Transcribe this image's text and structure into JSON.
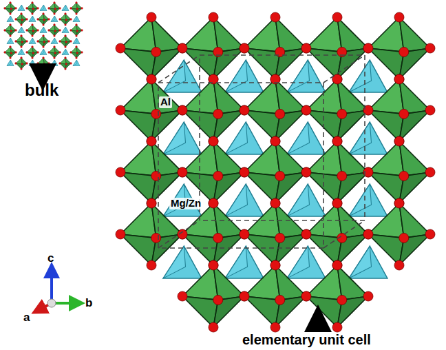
{
  "diagram": {
    "labels": [
      "bulk",
      "Al",
      "Mg/Zn",
      "c",
      "a",
      "b",
      "elementary unit cell"
    ]
  }
}
